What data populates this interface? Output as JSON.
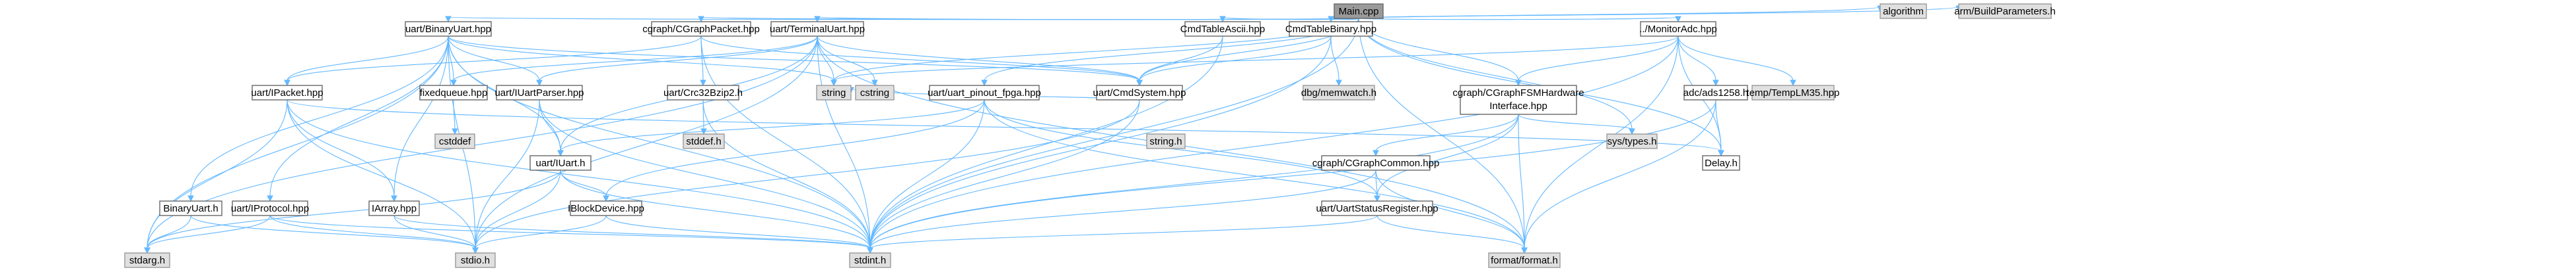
{
  "title": "Main.cpp",
  "colors": {
    "edge": "#63b8ff",
    "root_fill": "#9a9a9a",
    "doc_fill": "#ffffff",
    "sys_fill": "#e0e0e0",
    "border": "#666666"
  },
  "nodes": [
    {
      "id": "main",
      "label": "Main.cpp",
      "style": "main"
    },
    {
      "id": "binaryuart",
      "label": "uart/BinaryUart.hpp",
      "style": "doc"
    },
    {
      "id": "cgraphpacket",
      "label": "cgraph/CGraphPacket.hpp",
      "style": "doc"
    },
    {
      "id": "terminaluart",
      "label": "uart/TerminalUart.hpp",
      "style": "doc"
    },
    {
      "id": "cmdtableascii",
      "label": "CmdTableAscii.hpp",
      "style": "doc"
    },
    {
      "id": "cmdtablebinary",
      "label": "CmdTableBinary.hpp",
      "style": "doc"
    },
    {
      "id": "monitoradc",
      "label": "../MonitorAdc.hpp",
      "style": "doc"
    },
    {
      "id": "algorithm",
      "label": "algorithm",
      "style": "sys"
    },
    {
      "id": "buildparams",
      "label": "arm/BuildParameters.h",
      "style": "sys"
    },
    {
      "id": "ipacket",
      "label": "uart/IPacket.hpp",
      "style": "doc"
    },
    {
      "id": "fixedqueue",
      "label": "fixedqueue.hpp",
      "style": "doc"
    },
    {
      "id": "iuartparser",
      "label": "uart/IUartParser.hpp",
      "style": "doc"
    },
    {
      "id": "crc32",
      "label": "uart/Crc32Bzip2.h",
      "style": "doc"
    },
    {
      "id": "string",
      "label": "string",
      "style": "sys"
    },
    {
      "id": "cstring",
      "label": "cstring",
      "style": "sys"
    },
    {
      "id": "uartpinout",
      "label": "uart/uart_pinout_fpga.hpp",
      "style": "doc"
    },
    {
      "id": "cmdsystem",
      "label": "uart/CmdSystem.hpp",
      "style": "doc"
    },
    {
      "id": "memwatch",
      "label": "dbg/memwatch.h",
      "style": "sys"
    },
    {
      "id": "fsmhw",
      "label": "cgraph/CGraphFSMHardware Interface.hpp",
      "style": "doc"
    },
    {
      "id": "ads1258",
      "label": "adc/ads1258.h",
      "style": "doc"
    },
    {
      "id": "templm35",
      "label": "temp/TempLM35.hpp",
      "style": "sys"
    },
    {
      "id": "cstddef",
      "label": "cstddef",
      "style": "sys"
    },
    {
      "id": "stddefh",
      "label": "stddef.h",
      "style": "sys"
    },
    {
      "id": "stringh",
      "label": "string.h",
      "style": "sys"
    },
    {
      "id": "systypes",
      "label": "sys/types.h",
      "style": "sys"
    },
    {
      "id": "delay",
      "label": "Delay.h",
      "style": "doc"
    },
    {
      "id": "iuart",
      "label": "uart/IUart.h",
      "style": "doc"
    },
    {
      "id": "cgraphcommon",
      "label": "cgraph/CGraphCommon.hpp",
      "style": "doc"
    },
    {
      "id": "binaryuarth",
      "label": "BinaryUart.h",
      "style": "doc"
    },
    {
      "id": "iprotocol",
      "label": "uart/IProtocol.hpp",
      "style": "doc"
    },
    {
      "id": "iarray",
      "label": "IArray.hpp",
      "style": "doc"
    },
    {
      "id": "iblockdevice",
      "label": "IBlockDevice.hpp",
      "style": "doc"
    },
    {
      "id": "statusreg",
      "label": "uart/UartStatusRegister.hpp",
      "style": "doc"
    },
    {
      "id": "stdarg",
      "label": "stdarg.h",
      "style": "sys"
    },
    {
      "id": "stdio",
      "label": "stdio.h",
      "style": "sys"
    },
    {
      "id": "stdint",
      "label": "stdint.h",
      "style": "sys"
    },
    {
      "id": "format",
      "label": "format/format.h",
      "style": "sys"
    }
  ],
  "edges": [
    [
      "main",
      "binaryuart"
    ],
    [
      "main",
      "cgraphpacket"
    ],
    [
      "main",
      "terminaluart"
    ],
    [
      "main",
      "cmdtableascii"
    ],
    [
      "main",
      "cmdtablebinary"
    ],
    [
      "main",
      "monitoradc"
    ],
    [
      "main",
      "algorithm"
    ],
    [
      "main",
      "buildparams"
    ],
    [
      "main",
      "stdint"
    ],
    [
      "main",
      "cmdsystem"
    ],
    [
      "main",
      "uartpinout"
    ],
    [
      "main",
      "string"
    ],
    [
      "main",
      "format"
    ],
    [
      "main",
      "delay"
    ],
    [
      "main",
      "systypes"
    ],
    [
      "main",
      "fsmhw"
    ],
    [
      "binaryuart",
      "ipacket"
    ],
    [
      "binaryuart",
      "fixedqueue"
    ],
    [
      "binaryuart",
      "iuartparser"
    ],
    [
      "binaryuart",
      "iuart"
    ],
    [
      "binaryuart",
      "binaryuarth"
    ],
    [
      "binaryuart",
      "iprotocol"
    ],
    [
      "binaryuart",
      "iarray"
    ],
    [
      "binaryuart",
      "stdint"
    ],
    [
      "binaryuart",
      "stdio"
    ],
    [
      "binaryuart",
      "stdarg"
    ],
    [
      "binaryuart",
      "string"
    ],
    [
      "binaryuart",
      "cmdsystem"
    ],
    [
      "cgraphpacket",
      "ipacket"
    ],
    [
      "cgraphpacket",
      "crc32"
    ],
    [
      "cgraphpacket",
      "stdint"
    ],
    [
      "cgraphpacket",
      "cmdsystem"
    ],
    [
      "terminaluart",
      "fixedqueue"
    ],
    [
      "terminaluart",
      "iuartparser"
    ],
    [
      "terminaluart",
      "iuart"
    ],
    [
      "terminaluart",
      "string"
    ],
    [
      "terminaluart",
      "cstring"
    ],
    [
      "terminaluart",
      "stdint"
    ],
    [
      "terminaluart",
      "stdio"
    ],
    [
      "terminaluart",
      "stdarg"
    ],
    [
      "terminaluart",
      "cmdsystem"
    ],
    [
      "terminaluart",
      "format"
    ],
    [
      "cmdtableascii",
      "cmdsystem"
    ],
    [
      "cmdtableascii",
      "stdint"
    ],
    [
      "cmdtablebinary",
      "cmdsystem"
    ],
    [
      "cmdtablebinary",
      "memwatch"
    ],
    [
      "cmdtablebinary",
      "stdint"
    ],
    [
      "monitoradc",
      "fsmhw"
    ],
    [
      "monitoradc",
      "ads1258"
    ],
    [
      "monitoradc",
      "templm35"
    ],
    [
      "monitoradc",
      "delay"
    ],
    [
      "monitoradc",
      "format"
    ],
    [
      "monitoradc",
      "stdint"
    ],
    [
      "monitoradc",
      "string"
    ],
    [
      "ipacket",
      "iarray"
    ],
    [
      "ipacket",
      "stdint"
    ],
    [
      "ipacket",
      "stdio"
    ],
    [
      "ipacket",
      "stdarg"
    ],
    [
      "ipacket",
      "delay"
    ],
    [
      "fixedqueue",
      "cstddef"
    ],
    [
      "iuartparser",
      "iuart"
    ],
    [
      "iuartparser",
      "stdint"
    ],
    [
      "iuartparser",
      "stdio"
    ],
    [
      "crc32",
      "stddefh"
    ],
    [
      "crc32",
      "stdint"
    ],
    [
      "uartpinout",
      "iuart"
    ],
    [
      "uartpinout",
      "iblockdevice"
    ],
    [
      "uartpinout",
      "stdint"
    ],
    [
      "uartpinout",
      "statusreg"
    ],
    [
      "uartpinout",
      "format"
    ],
    [
      "cmdsystem",
      "string"
    ],
    [
      "cmdsystem",
      "stdint"
    ],
    [
      "cmdsystem",
      "stdio"
    ],
    [
      "fsmhw",
      "cgraphcommon"
    ],
    [
      "fsmhw",
      "statusreg"
    ],
    [
      "fsmhw",
      "systypes"
    ],
    [
      "fsmhw",
      "format"
    ],
    [
      "fsmhw",
      "stdint"
    ],
    [
      "ads1258",
      "delay"
    ],
    [
      "ads1258",
      "stdint"
    ],
    [
      "ads1258",
      "format"
    ],
    [
      "iuart",
      "iblockdevice"
    ],
    [
      "iuart",
      "stdint"
    ],
    [
      "iuart",
      "stdio"
    ],
    [
      "iuart",
      "stdarg"
    ],
    [
      "cgraphcommon",
      "statusreg"
    ],
    [
      "cgraphcommon",
      "format"
    ],
    [
      "cgraphcommon",
      "stdint"
    ],
    [
      "binaryuarth",
      "stdarg"
    ],
    [
      "binaryuarth",
      "stdio"
    ],
    [
      "iprotocol",
      "stdint"
    ],
    [
      "iprotocol",
      "stdio"
    ],
    [
      "iprotocol",
      "stdarg"
    ],
    [
      "iarray",
      "stdint"
    ],
    [
      "iarray",
      "stdio"
    ],
    [
      "iblockdevice",
      "stdint"
    ],
    [
      "iblockdevice",
      "stdio"
    ],
    [
      "statusreg",
      "stdint"
    ],
    [
      "statusreg",
      "format"
    ]
  ]
}
